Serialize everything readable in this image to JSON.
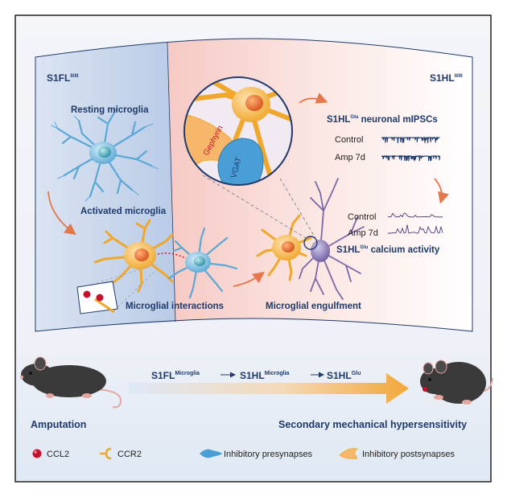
{
  "regions": {
    "left": {
      "main": "S1FL",
      "sup": "II/III"
    },
    "right": {
      "main": "S1HL",
      "sup": "II/III"
    }
  },
  "labels": {
    "resting": "Resting microglia",
    "activated": "Activated microglia",
    "interactions": "Microglial interactions",
    "engulfment": "Microglial engulfment",
    "gephyrin": "Gephyrin",
    "vgat": "VGAT"
  },
  "mipsc": {
    "title_main": "S1HL",
    "title_sup": "Glu",
    "title_rest": " neuronal mIPSCs",
    "control": "Control",
    "amp": "Amp 7d"
  },
  "calcium": {
    "control": "Control",
    "amp": "Amp 7d",
    "title_main": "S1HL",
    "title_sup": "Glu",
    "title_rest": " calcium activity"
  },
  "pathway": {
    "s1": "S1FL",
    "s1sup": "Microglia",
    "s2": "S1HL",
    "s2sup": "Microglia",
    "s3": "S1HL",
    "s3sup": "Glu"
  },
  "bottom": {
    "amputation": "Amputation",
    "hypersensitivity": "Secondary mechanical hypersensitivity"
  },
  "legend": {
    "ccl2": "CCL2",
    "ccr2": "CCR2",
    "pre": "Inhibitory presynapses",
    "post": "Inhibitory postsynapses"
  },
  "colors": {
    "navy": "#1f3a6b",
    "microglia_resting": "#5ba7d6",
    "microglia_active": "#f0a72a",
    "neuron": "#7b68a8",
    "ccl2": "#c8102e",
    "arrow": "#e5774a"
  }
}
